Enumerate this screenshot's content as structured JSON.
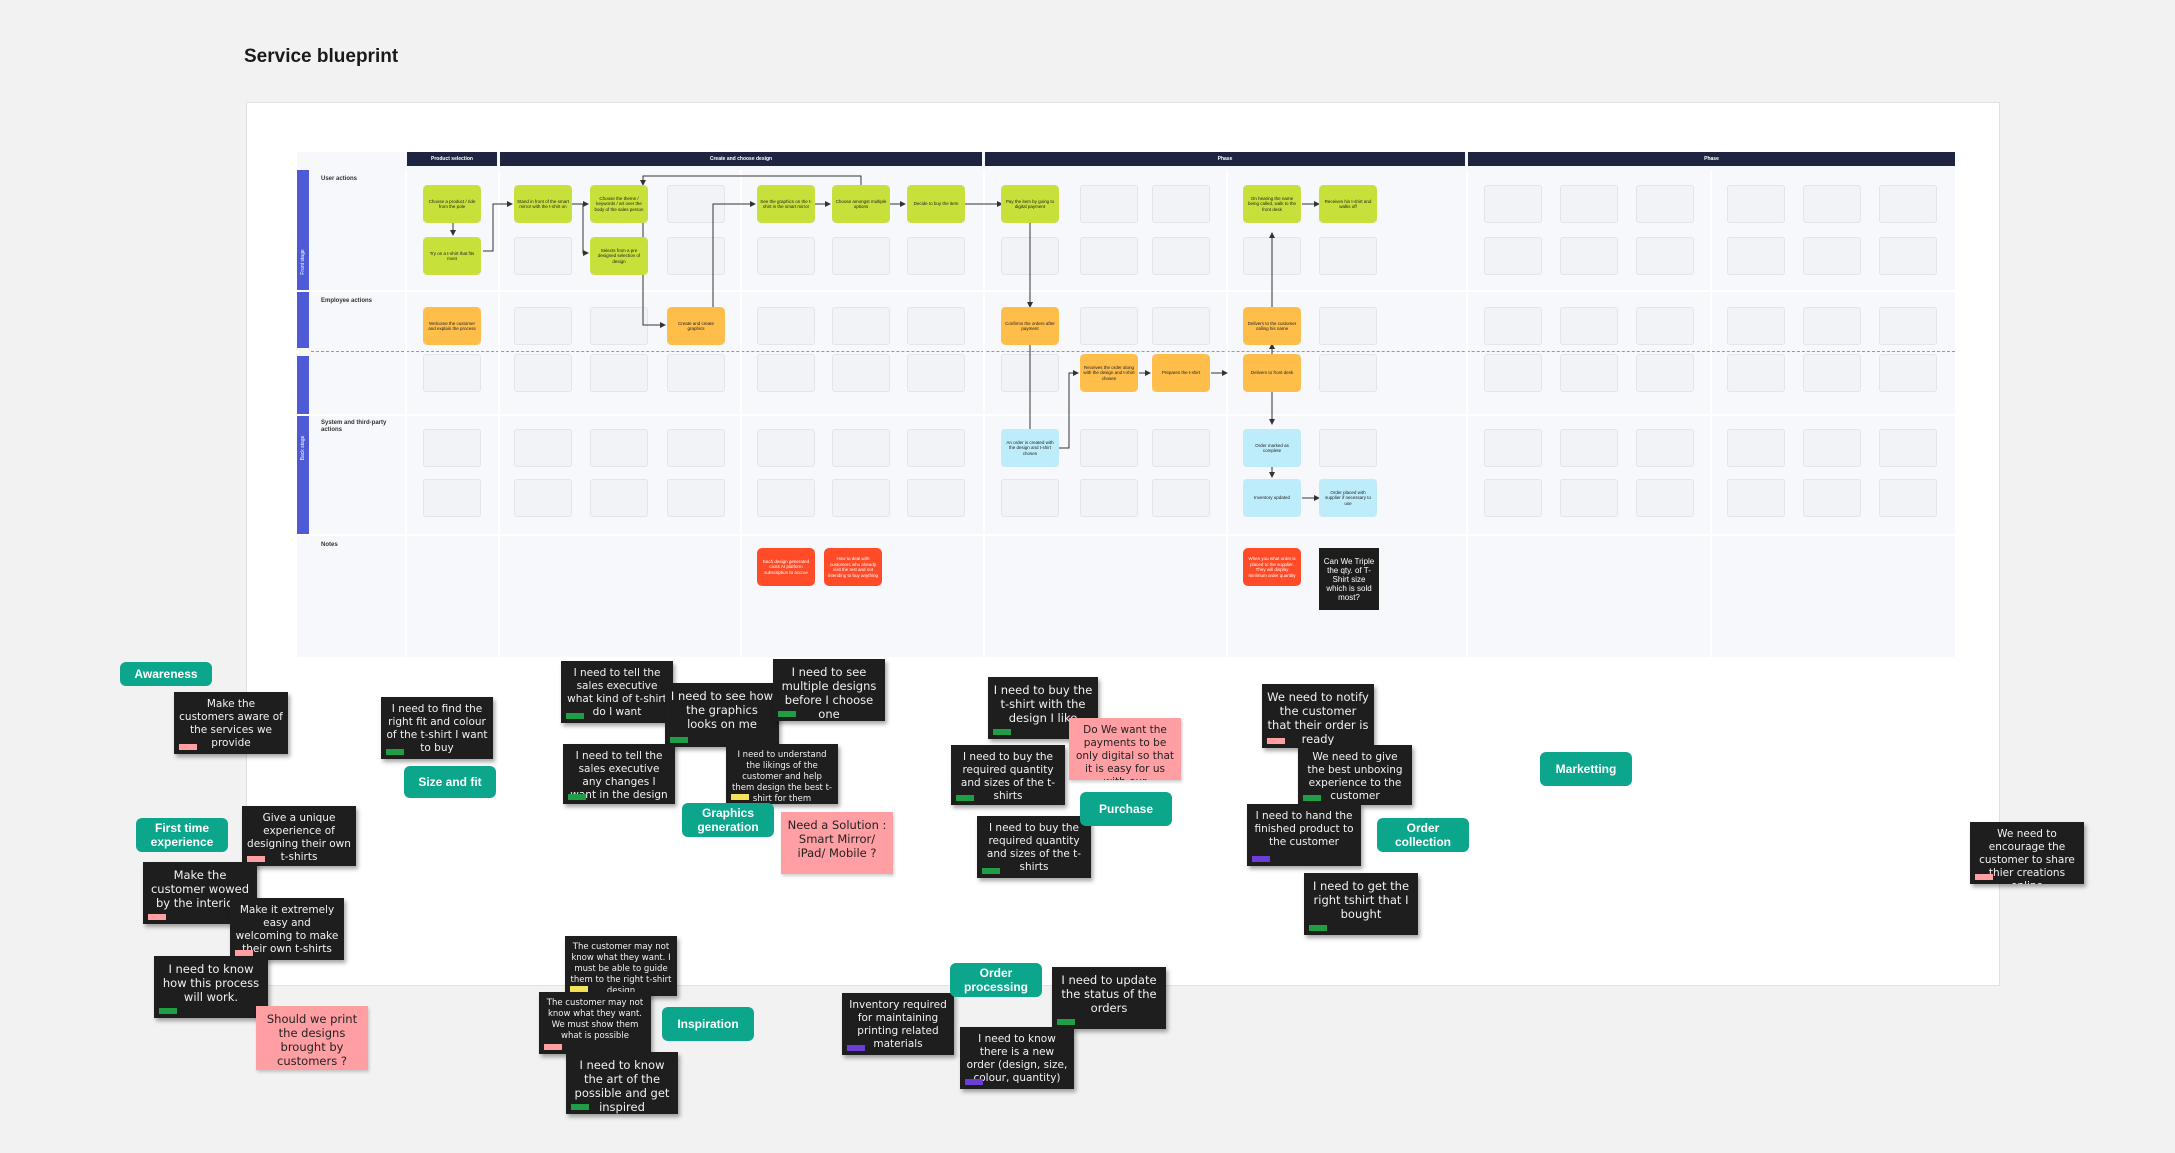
{
  "title": "Service blueprint",
  "phases": [
    {
      "id": "product-selection",
      "label": "Product selection"
    },
    {
      "id": "create-design",
      "label": "Create and choose design"
    },
    {
      "id": "phase-3",
      "label": "Phase"
    },
    {
      "id": "phase-4",
      "label": "Phase"
    }
  ],
  "stages": {
    "front": "Front stage",
    "back": "Back stage"
  },
  "lanes": {
    "user": "User actions",
    "employee": "Employee actions",
    "system": "System and third-party actions",
    "notes": "Notes"
  },
  "cards": [
    {
      "id": "c1",
      "color": "green",
      "text": "Choose a product / ride from the pole"
    },
    {
      "id": "c2",
      "color": "green",
      "text": "Try on a t-shirt that fits most"
    },
    {
      "id": "c3",
      "color": "green",
      "text": "Stand in front of the smart mirror with the t-shirt on"
    },
    {
      "id": "c4",
      "color": "green",
      "text": "Choose the theme / keywords / art over the body of the sales person"
    },
    {
      "id": "c5",
      "color": "green",
      "text": "Selects from a pre designed selection of design"
    },
    {
      "id": "c6",
      "color": "green",
      "text": "See the graphics on the t-shirt in the smart mirror"
    },
    {
      "id": "c7",
      "color": "green",
      "text": "Choose amongst multiple options"
    },
    {
      "id": "c8",
      "color": "green",
      "text": "Decide to buy the item"
    },
    {
      "id": "c9",
      "color": "green",
      "text": "Pay the item by going to digital payment"
    },
    {
      "id": "c10",
      "color": "green",
      "text": "On hearing the name being called, walk to the front desk"
    },
    {
      "id": "c11",
      "color": "green",
      "text": "Receives his t-shirt and walks off"
    },
    {
      "id": "c12",
      "color": "orange",
      "text": "Welcome the customer and explain the process"
    },
    {
      "id": "c13",
      "color": "orange",
      "text": "Create and create graphics"
    },
    {
      "id": "c14",
      "color": "orange",
      "text": "Confirms the orders after payment"
    },
    {
      "id": "c15",
      "color": "orange",
      "text": "Delivers to the customer calling his name"
    },
    {
      "id": "c16",
      "color": "orange",
      "text": "Receives the order along with the design and t-shirt chosen"
    },
    {
      "id": "c17",
      "color": "orange",
      "text": "Prepares the t-shirt"
    },
    {
      "id": "c18",
      "color": "orange",
      "text": "Delivers to front desk"
    },
    {
      "id": "c19",
      "color": "blue",
      "text": "An order is created with the design and t-shirt chosen"
    },
    {
      "id": "c20",
      "color": "blue",
      "text": "Order marked as complete"
    },
    {
      "id": "c21",
      "color": "blue",
      "text": "Inventory updated"
    },
    {
      "id": "c22",
      "color": "blue",
      "text": "Order placed with supplier if necessary to use"
    },
    {
      "id": "c23",
      "color": "red",
      "text": "Each design generated costs AI platform subscription to accrue"
    },
    {
      "id": "c24",
      "color": "red",
      "text": "How to deal with customers who already visit the test and not intending to buy anything"
    },
    {
      "id": "c25",
      "color": "red",
      "text": "When you what order is placed to the supplier. They will display minimum order quantity"
    },
    {
      "id": "c26",
      "color": "dark",
      "text": "Can We Triple the qty. of T-Shirt size which is sold most?"
    }
  ],
  "stickies": [
    {
      "id": "s-awareness",
      "text": "Make the customers aware of the services we provide",
      "tag": "#ff9fa3"
    },
    {
      "id": "s-fit",
      "text": "I need to find the right fit and colour of the t-shirt I want to buy",
      "tag": "#1f9e46"
    },
    {
      "id": "s-tell",
      "text": "I need to tell the sales executive what kind of t-shirt do I want",
      "tag": "#1f9e46"
    },
    {
      "id": "s-see-graphics",
      "text": "I need to see how the graphics looks on me",
      "tag": "#1f9e46"
    },
    {
      "id": "s-multiple",
      "text": "I need to see multiple designs before I choose one",
      "tag": "#1f9e46"
    },
    {
      "id": "s-changes",
      "text": "I need to tell the sales executive any changes I want in the design",
      "tag": "#1f9e46"
    },
    {
      "id": "s-likings",
      "text": "I need to understand the likings of the customer and help them design the best t-shirt for them",
      "tag": "#f2e35a"
    },
    {
      "id": "s-buy-design",
      "text": "I need to buy the t-shirt with the design I like",
      "tag": "#1f9e46"
    },
    {
      "id": "s-buy-qty",
      "text": "I need to buy the required quantity and sizes of the t-shirts",
      "tag": "#1f9e46"
    },
    {
      "id": "s-buy-qty2",
      "text": "I need to buy the required quantity and sizes of the t-shirts",
      "tag": "#1f9e46"
    },
    {
      "id": "s-notify",
      "text": "We need to notify the customer that their order is ready",
      "tag": "#ff9fa3"
    },
    {
      "id": "s-unboxing",
      "text": "We need to give the best unboxing experience to the customer",
      "tag": "#1f9e46"
    },
    {
      "id": "s-hand",
      "text": "I need to hand the finished product to the customer",
      "tag": "#6b3fd6"
    },
    {
      "id": "s-right-tshirt",
      "text": "I need to get the right tshirt that I bought",
      "tag": "#1f9e46"
    },
    {
      "id": "s-share",
      "text": "We need to encourage the customer to share thier creations online",
      "tag": "#ff9fa3"
    },
    {
      "id": "s-unique",
      "text": "Give a unique experience of designing their own t-shirts",
      "tag": "#ff9fa3"
    },
    {
      "id": "s-wowed",
      "text": "Make the customer wowed by the interiors",
      "tag": "#ff9fa3"
    },
    {
      "id": "s-easy",
      "text": "Make it extremely easy and welcoming to make their own t-shirts",
      "tag": "#ff9fa3"
    },
    {
      "id": "s-know-process",
      "text": "I need to know how this process will work.",
      "tag": "#1f9e46"
    },
    {
      "id": "s-not-know",
      "text": "The customer may not know what they want. I must be able to guide them to the right t-shirt design",
      "tag": "#f2e35a"
    },
    {
      "id": "s-show",
      "text": "The customer may not know what they want. We must show them what is possible",
      "tag": "#ff9fa3"
    },
    {
      "id": "s-art",
      "text": "I need to know the art of the possible and get inspired",
      "tag": "#1f9e46"
    },
    {
      "id": "s-inventory",
      "text": "Inventory required for maintaining printing related materials",
      "tag": "#6b3fd6"
    },
    {
      "id": "s-update",
      "text": "I need to update the status of the orders",
      "tag": "#1f9e46"
    },
    {
      "id": "s-new-order",
      "text": "I need to know there is a new order (design, size, colour, quantity)",
      "tag": "#6b3fd6"
    }
  ],
  "pink_notes": [
    {
      "id": "p-payments",
      "text": "Do We want the payments to be only digital so that it is easy for us with our accounting ?"
    },
    {
      "id": "p-solution",
      "text": "Need a Solution : Smart Mirror/ iPad/ Mobile ?"
    },
    {
      "id": "p-print",
      "text": "Should we print the designs brought by customers ?"
    }
  ],
  "chips": {
    "awareness": "Awareness",
    "size_fit": "Size and fit",
    "graphics": "Graphics generation",
    "purchase": "Purchase",
    "order_collection": "Order collection",
    "marketting": "Marketting",
    "first_time": "First time experience",
    "inspiration": "Inspiration",
    "order_processing": "Order processing"
  },
  "colors": {
    "phase_bar": "#1f2440",
    "stage_bar": "#4f5bd5",
    "chip": "#0ca68c",
    "sticky": "#1e1e1e",
    "pink": "#ff9fa3"
  }
}
